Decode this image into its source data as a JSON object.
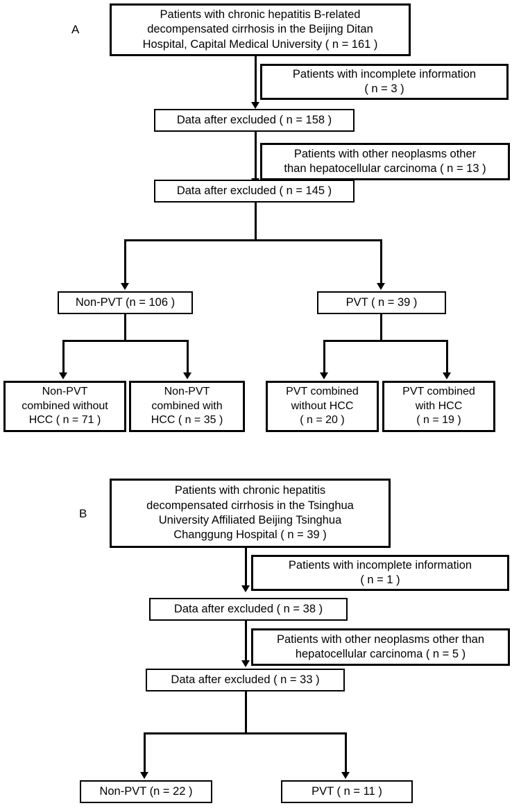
{
  "figure": {
    "type": "flowchart",
    "description": "Two-panel patient selection flow diagram"
  },
  "panels": [
    {
      "id": "A",
      "label": "A",
      "nodes": {
        "source": "Patients with chronic hepatitis B-related\ndecompensated cirrhosis in the Beijing Ditan\nHospital, Capital Medical University ( n = 161 )",
        "exclude1": "Patients with incomplete information\n( n = 3 )",
        "after1": "Data after excluded ( n = 158 )",
        "exclude2": "Patients with other neoplasms other\nthan hepatocellular carcinoma ( n = 13 )",
        "after2": "Data after excluded ( n = 145 )",
        "group_left": "Non-PVT (n = 106 )",
        "group_right": "PVT ( n = 39 )",
        "leaf1": "Non-PVT\ncombined without\nHCC ( n = 71 )",
        "leaf2": "Non-PVT\ncombined with\nHCC ( n = 35 )",
        "leaf3": "PVT combined\nwithout HCC\n( n = 20 )",
        "leaf4": "PVT combined\nwith HCC\n( n = 19 )"
      },
      "counts": {
        "source": 161,
        "excluded_incomplete": 3,
        "after_first_exclusion": 158,
        "excluded_other_neoplasms": 13,
        "after_second_exclusion": 145,
        "non_pvt": 106,
        "pvt": 39,
        "non_pvt_without_hcc": 71,
        "non_pvt_with_hcc": 35,
        "pvt_without_hcc": 20,
        "pvt_with_hcc": 19
      }
    },
    {
      "id": "B",
      "label": "B",
      "nodes": {
        "source": "Patients with chronic hepatitis\ndecompensated cirrhosis in the Tsinghua\nUniversity Affiliated Beijing Tsinghua\nChanggung Hospital ( n = 39 )",
        "exclude1": "Patients with incomplete information\n( n = 1 )",
        "after1": "Data after excluded ( n = 38 )",
        "exclude2": "Patients with other neoplasms other than\nhepatocellular carcinoma ( n = 5 )",
        "after2": "Data after excluded ( n = 33 )",
        "group_left": "Non-PVT (n = 22 )",
        "group_right": "PVT ( n = 11 )"
      },
      "counts": {
        "source": 39,
        "excluded_incomplete": 1,
        "after_first_exclusion": 38,
        "excluded_other_neoplasms": 5,
        "after_second_exclusion": 33,
        "non_pvt": 22,
        "pvt": 11
      }
    }
  ],
  "colors": {
    "stroke": "#000000",
    "fill": "#ffffff",
    "text": "#000000"
  }
}
